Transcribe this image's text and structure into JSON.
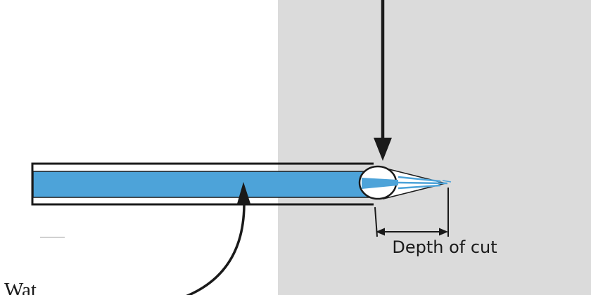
{
  "figure": {
    "type": "diagram",
    "subject": "waterjet-cutting-schematic",
    "labels": {
      "depth_of_cut": "Depth of cut",
      "water_label_partial": "Wat"
    },
    "colors": {
      "water": "#4da3d9",
      "workpiece": "#dbdbdb",
      "ink": "#1a1a1a",
      "faint": "#d0d0d0"
    }
  }
}
